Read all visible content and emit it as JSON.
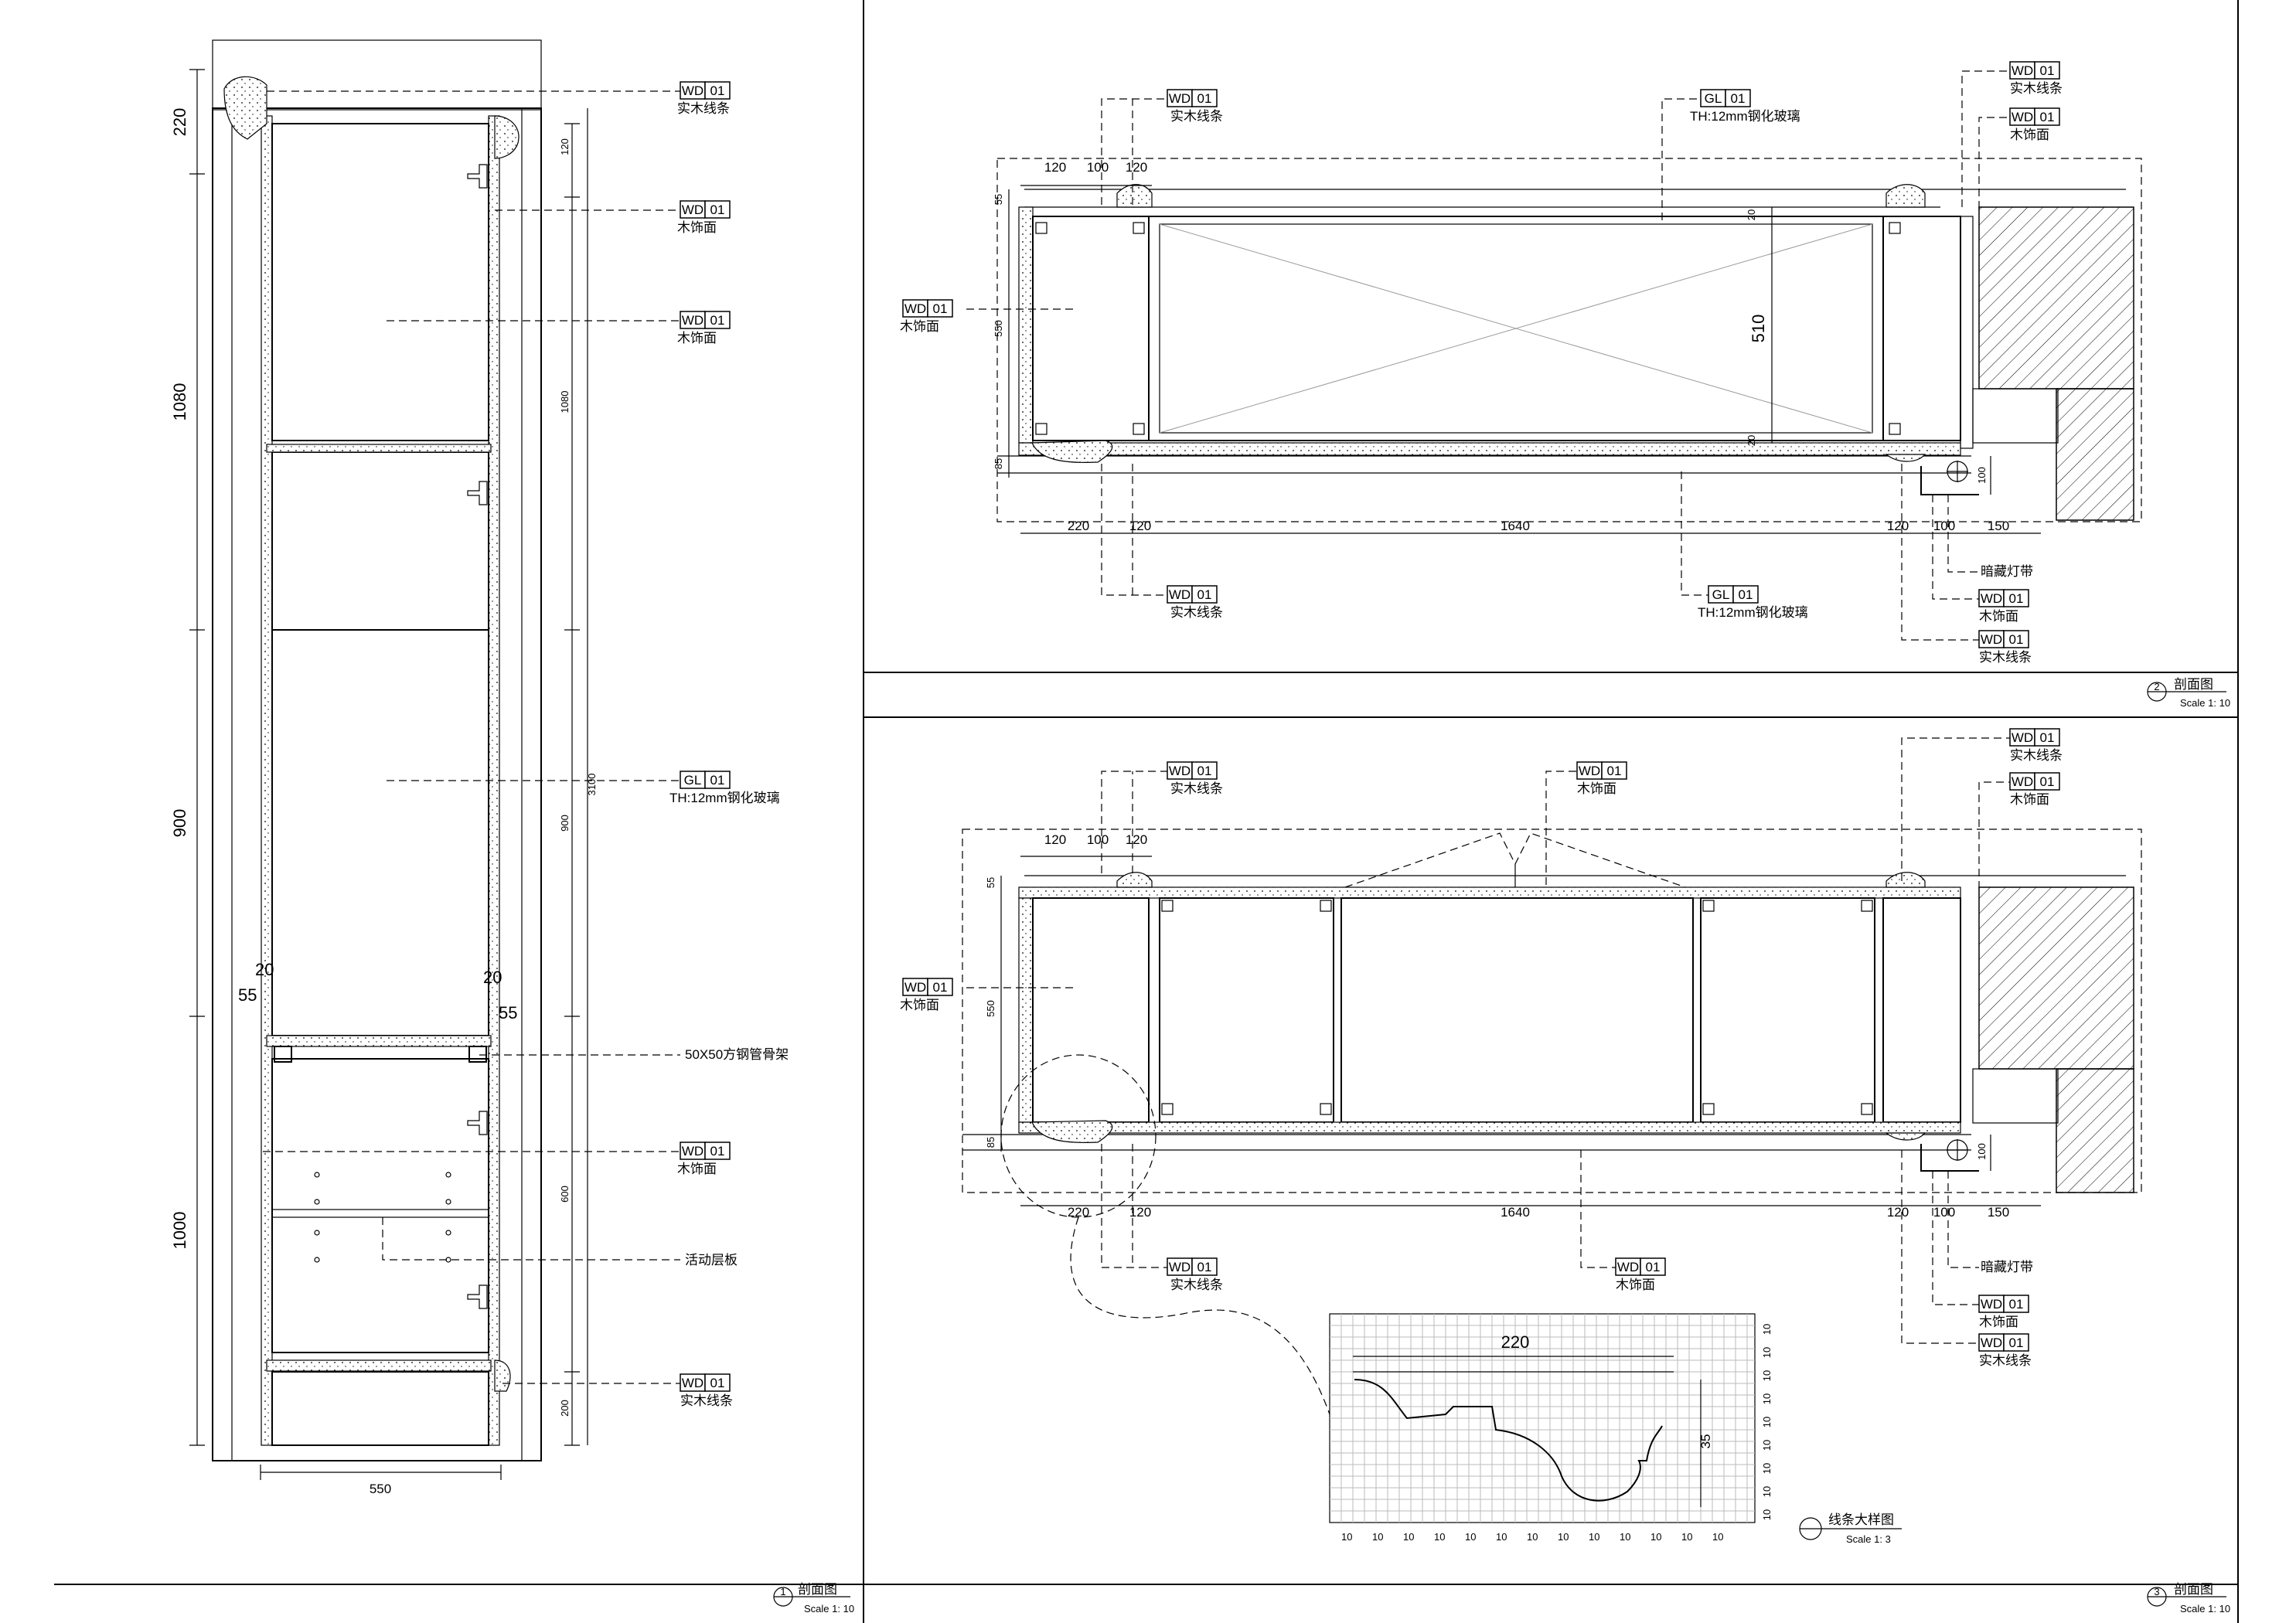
{
  "labels": {
    "wd": "WD",
    "gl": "GL",
    "num": "01",
    "solid_wood_trim": "实木线条",
    "wood_veneer": "木饰面",
    "glass_12mm": "TH:12mm钢化玻璃",
    "square_tube": "50X50方钢管骨架",
    "adjustable_shelf": "活动层板",
    "hidden_light": "暗藏灯带"
  },
  "panels": {
    "section1": {
      "index": "1",
      "title": "剖面图",
      "scale": "Scale 1: 10"
    },
    "section2": {
      "index": "2",
      "title": "剖面图",
      "scale": "Scale 1: 10"
    },
    "section3": {
      "index": "3",
      "title": "剖面图",
      "scale": "Scale 1: 10"
    },
    "detail": {
      "title": "线条大样图",
      "scale": "Scale 1: 3"
    }
  },
  "dims": {
    "s1_left": [
      "220",
      "1080",
      "900",
      "1000"
    ],
    "s1_right": [
      "120",
      "1080",
      "900",
      "600",
      "200"
    ],
    "s1_total": "3100",
    "s1_gap_top": "20",
    "s1_gap_side": "55",
    "s1_width": "550",
    "s2_top": [
      "120",
      "100",
      "120"
    ],
    "s2_left_v": [
      "55",
      "550",
      "85"
    ],
    "s2_bottom": [
      "220",
      "120",
      "1640",
      "120",
      "100",
      "150"
    ],
    "s2_glass_h": "510",
    "s2_glass_gap": "20",
    "s2_light": "100",
    "detail_w": "220",
    "detail_h": "35",
    "grid_step": "10"
  }
}
